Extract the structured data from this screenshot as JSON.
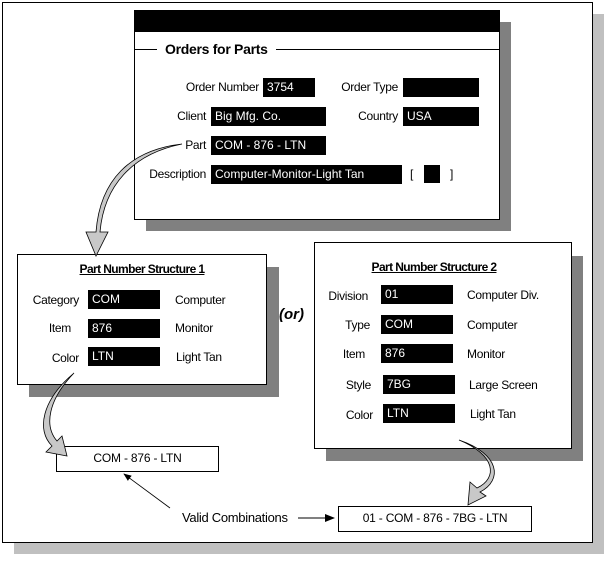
{
  "order_form": {
    "heading": "Orders for Parts",
    "order_number_label": "Order Number",
    "order_number": "3754",
    "order_type_label": "Order Type",
    "order_type": "",
    "client_label": "Client",
    "client": "Big Mfg. Co.",
    "country_label": "Country",
    "country": "USA",
    "part_label": "Part",
    "part": "COM - 876 - LTN",
    "description_label": "Description",
    "description": "Computer-Monitor-Light Tan",
    "bracket_open": "[",
    "bracket_close": "]"
  },
  "structure1": {
    "title": "Part Number Structure 1",
    "rows": [
      {
        "label": "Category",
        "value": "COM",
        "meaning": "Computer"
      },
      {
        "label": "Item",
        "value": "876",
        "meaning": "Monitor"
      },
      {
        "label": "Color",
        "value": "LTN",
        "meaning": "Light Tan"
      }
    ]
  },
  "or_label": "(or)",
  "structure2": {
    "title": "Part Number Structure 2",
    "rows": [
      {
        "label": "Division",
        "value": "01",
        "meaning": "Computer Div."
      },
      {
        "label": "Type",
        "value": "COM",
        "meaning": "Computer"
      },
      {
        "label": "Item",
        "value": "876",
        "meaning": "Monitor"
      },
      {
        "label": "Style",
        "value": "7BG",
        "meaning": "Large Screen"
      },
      {
        "label": "Color",
        "value": "LTN",
        "meaning": "Light Tan"
      }
    ]
  },
  "result1": "COM - 876 - LTN",
  "result2": "01 - COM - 876 - 7BG - LTN",
  "valid_label": "Valid Combinations"
}
